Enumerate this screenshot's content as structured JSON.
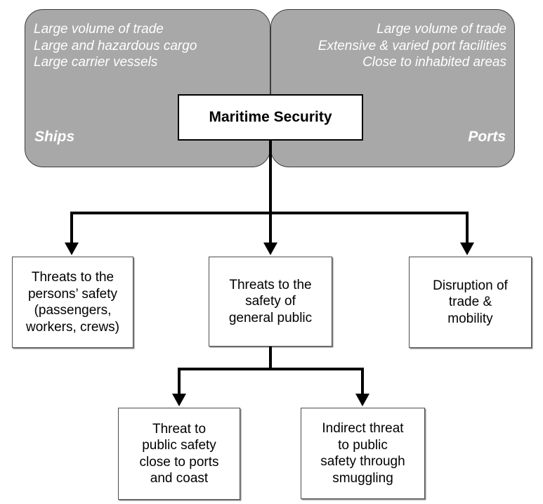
{
  "diagram": {
    "title": "Maritime Security",
    "ships_panel": {
      "label": "Ships",
      "lines": [
        "Large volume of trade",
        "Large and hazardous cargo",
        "Large carrier vessels"
      ]
    },
    "ports_panel": {
      "label": "Ports",
      "lines": [
        "Large volume of trade",
        "Extensive & varied port facilities",
        "Close to inhabited areas"
      ]
    },
    "threat_boxes": {
      "persons_safety": "Threats to the\npersons’ safety\n(passengers,\nworkers, crews)",
      "general_public": "Threats to the\nsafety of\ngeneral public",
      "trade_mobility": "Disruption of\ntrade &\nmobility",
      "ports_coast": "Threat to\npublic safety\nclose to ports\nand coast",
      "smuggling": "Indirect threat\nto public\nsafety through\nsmuggling"
    },
    "colors": {
      "panel_fill": "#a8a8a8",
      "panel_border": "#3c3c3c",
      "panel_text": "#ffffff",
      "box_fill": "#ffffff",
      "box_border": "#4d4d4d",
      "title_border": "#000000",
      "connector": "#000000",
      "text": "#000000"
    }
  }
}
